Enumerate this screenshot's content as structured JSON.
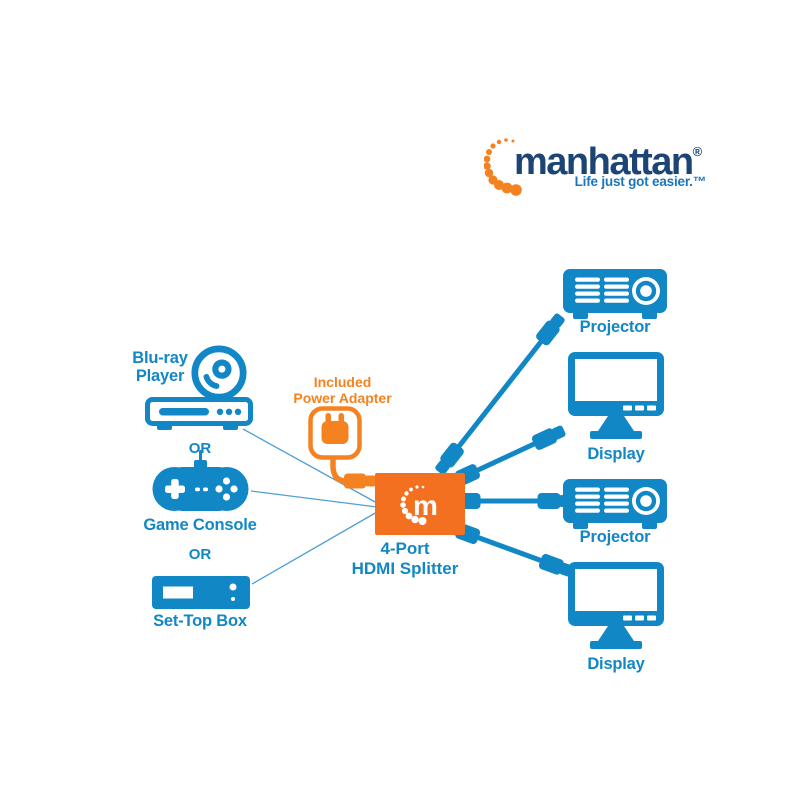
{
  "brand": {
    "wordmark": "manhattan",
    "registered": "®",
    "tagline": "Life just got easier.™"
  },
  "sources": [
    {
      "name": "blu-ray-player",
      "label_line1": "Blu-ray",
      "label_line2": "Player"
    },
    {
      "name": "game-console",
      "label": "Game Console"
    },
    {
      "name": "set-top-box",
      "label": "Set-Top Box"
    }
  ],
  "separators": {
    "or1": "OR",
    "or2": "OR"
  },
  "power_adapter": {
    "label_line1": "Included",
    "label_line2": "Power Adapter"
  },
  "splitter": {
    "logo_letter": "m",
    "label_line1": "4-Port",
    "label_line2": "HDMI Splitter"
  },
  "outputs": [
    {
      "name": "projector-1",
      "label": "Projector"
    },
    {
      "name": "display-1",
      "label": "Display"
    },
    {
      "name": "projector-2",
      "label": "Projector"
    },
    {
      "name": "display-2",
      "label": "Display"
    }
  ],
  "colors": {
    "icon_blue": "#1287c6",
    "wordmark_navy": "#1c4474",
    "tagline_blue": "#1b75bc",
    "adapter_orange": "#f58220",
    "splitter_orange": "#f37021",
    "connection_line": "#4ea0d5"
  }
}
